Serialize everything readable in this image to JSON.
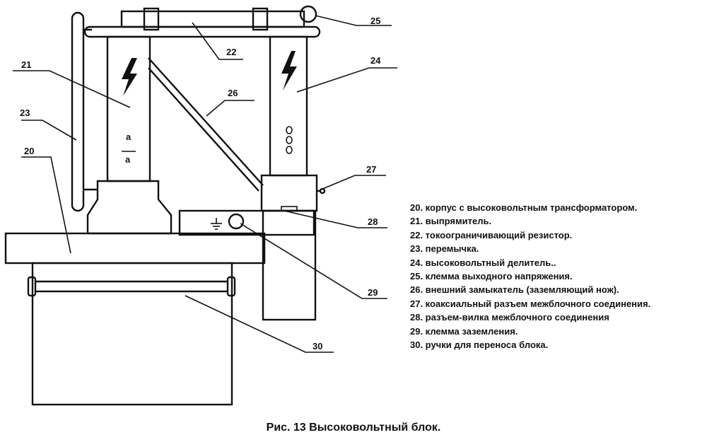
{
  "figure": {
    "caption": "Рис. 13  Высоковольтный блок.",
    "callouts": {
      "c20": "20",
      "c21": "21",
      "c22": "22",
      "c23": "23",
      "c24": "24",
      "c25": "25",
      "c26": "26",
      "c27": "27",
      "c28": "28",
      "c29": "29",
      "c30": "30"
    },
    "legend": [
      "20. корпус с высоковольтным трансформатором.",
      "21. выпрямитель.",
      "22.  токоограничивающий резистор.",
      "23. перемычка.",
      "24. высоковольтный делитель..",
      "25. клемма выходного напряжения.",
      "26. внешний замыкатель (заземляющий нож).",
      "27. коаксиальный разъем межблочного соединения.",
      "28. разъем-вилка межблочного соединения",
      "29. клемма заземления.",
      "30. ручки для переноса блока."
    ]
  }
}
